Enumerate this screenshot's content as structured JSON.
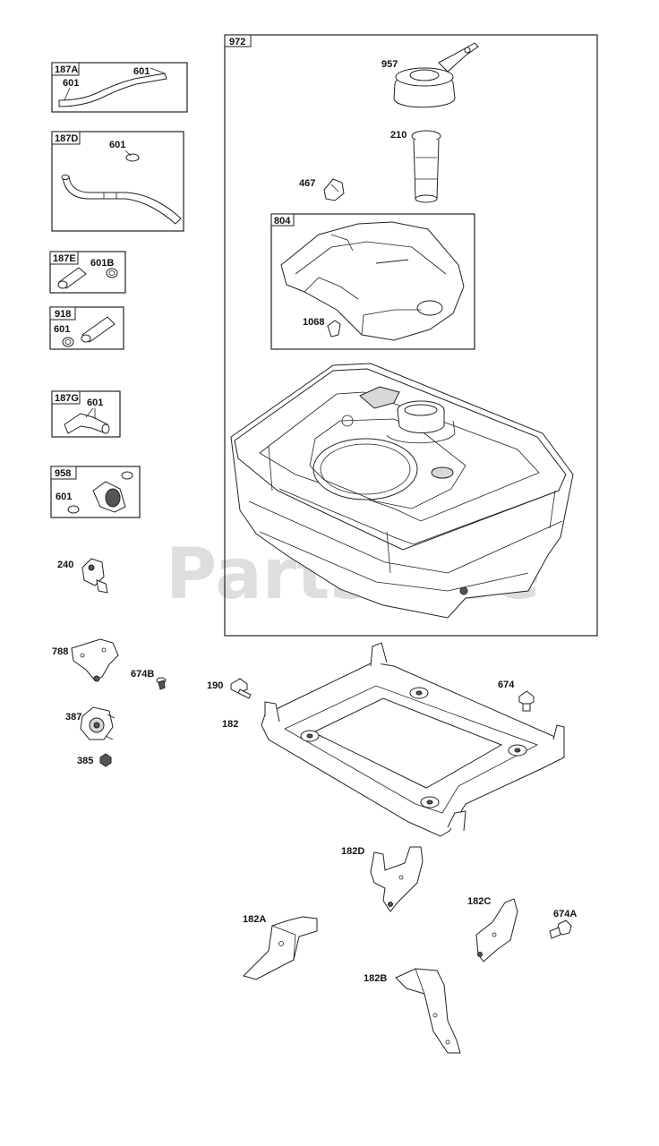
{
  "watermark": "PartsTree",
  "groups": {
    "g187A": {
      "label": "187A",
      "parts": [
        "601",
        "601"
      ]
    },
    "g187D": {
      "label": "187D",
      "parts": [
        "601"
      ]
    },
    "g187E": {
      "label": "187E",
      "parts": [
        "601B"
      ]
    },
    "g918": {
      "label": "918",
      "parts": [
        "601"
      ]
    },
    "g187G": {
      "label": "187G",
      "parts": [
        "601"
      ]
    },
    "g958": {
      "label": "958",
      "parts": [
        "601"
      ]
    },
    "g972": {
      "label": "972",
      "parts": [
        "957",
        "210",
        "467"
      ]
    },
    "g804": {
      "label": "804",
      "parts": [
        "1068"
      ]
    }
  },
  "callouts": {
    "p240": "240",
    "p788": "788",
    "p674B": "674B",
    "p387": "387",
    "p385": "385",
    "p190": "190",
    "p182": "182",
    "p674": "674",
    "p182D": "182D",
    "p182C": "182C",
    "p674A": "674A",
    "p182A": "182A",
    "p182B": "182B"
  }
}
